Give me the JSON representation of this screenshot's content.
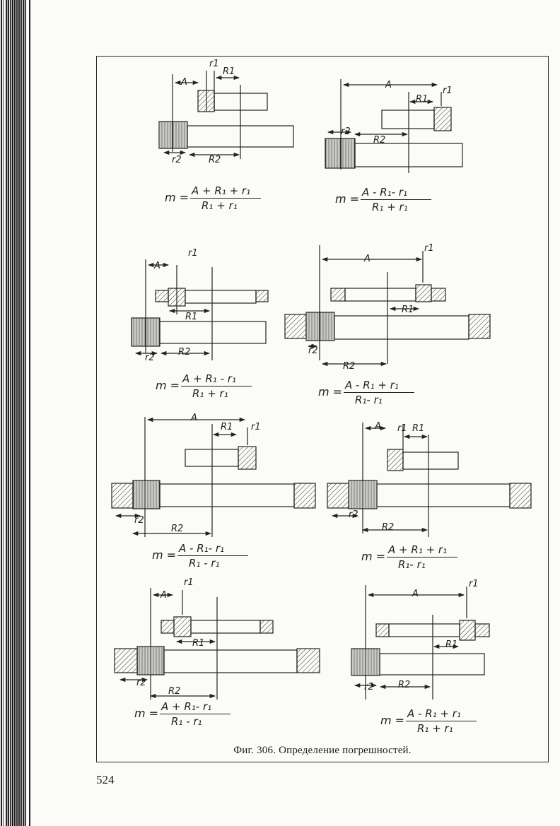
{
  "page": {
    "caption": "Фиг. 306. Определение погрешностей.",
    "page_number": "524"
  },
  "symbols": {
    "A": "A",
    "R1": "R1",
    "R2": "R2",
    "r1": "r1",
    "r2": "r2"
  },
  "formulas": [
    {
      "lhs": "m =",
      "numerator": "A + R₁ + r₁",
      "denominator": "R₁ + r₁"
    },
    {
      "lhs": "m =",
      "numerator": "A - R₁- r₁",
      "denominator": "R₁ + r₁"
    },
    {
      "lhs": "m =",
      "numerator": "A + R₁ - r₁",
      "denominator": "R₁ + r₁"
    },
    {
      "lhs": "m =",
      "numerator": "A - R₁ + r₁",
      "denominator": "R₁- r₁"
    },
    {
      "lhs": "m =",
      "numerator": "A - R₁- r₁",
      "denominator": "R₁ - r₁"
    },
    {
      "lhs": "m =",
      "numerator": "A + R₁ + r₁",
      "denominator": "R₁- r₁"
    },
    {
      "lhs": "m =",
      "numerator": "A + R₁- r₁",
      "denominator": "R₁ - r₁"
    },
    {
      "lhs": "m =",
      "numerator": "A - R₁ + r₁",
      "denominator": "R₁ + r₁"
    }
  ]
}
